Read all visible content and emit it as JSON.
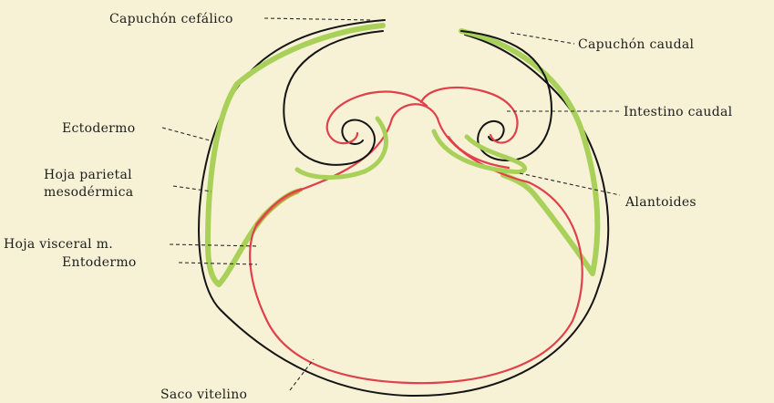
{
  "colors": {
    "background": "#f7f1d6",
    "ectoderm": "#141414",
    "mesoderm": "#a9d15a",
    "endoderm": "#e0404a",
    "visceral_mesoderm": "#c98a3a"
  },
  "labels": {
    "capuchon_cefalico": "Capuchón cefálico",
    "capuchon_caudal": "Capuchón caudal",
    "ectodermo": "Ectodermo",
    "intestino_caudal": "Intestino caudal",
    "hoja_parietal_1": "Hoja parietal",
    "hoja_parietal_2": "mesodérmica",
    "alantoides": "Alantoides",
    "hoja_visceral": "Hoja visceral m.",
    "entodermo": "Entodermo",
    "saco_vitelino": "Saco vitelino"
  }
}
